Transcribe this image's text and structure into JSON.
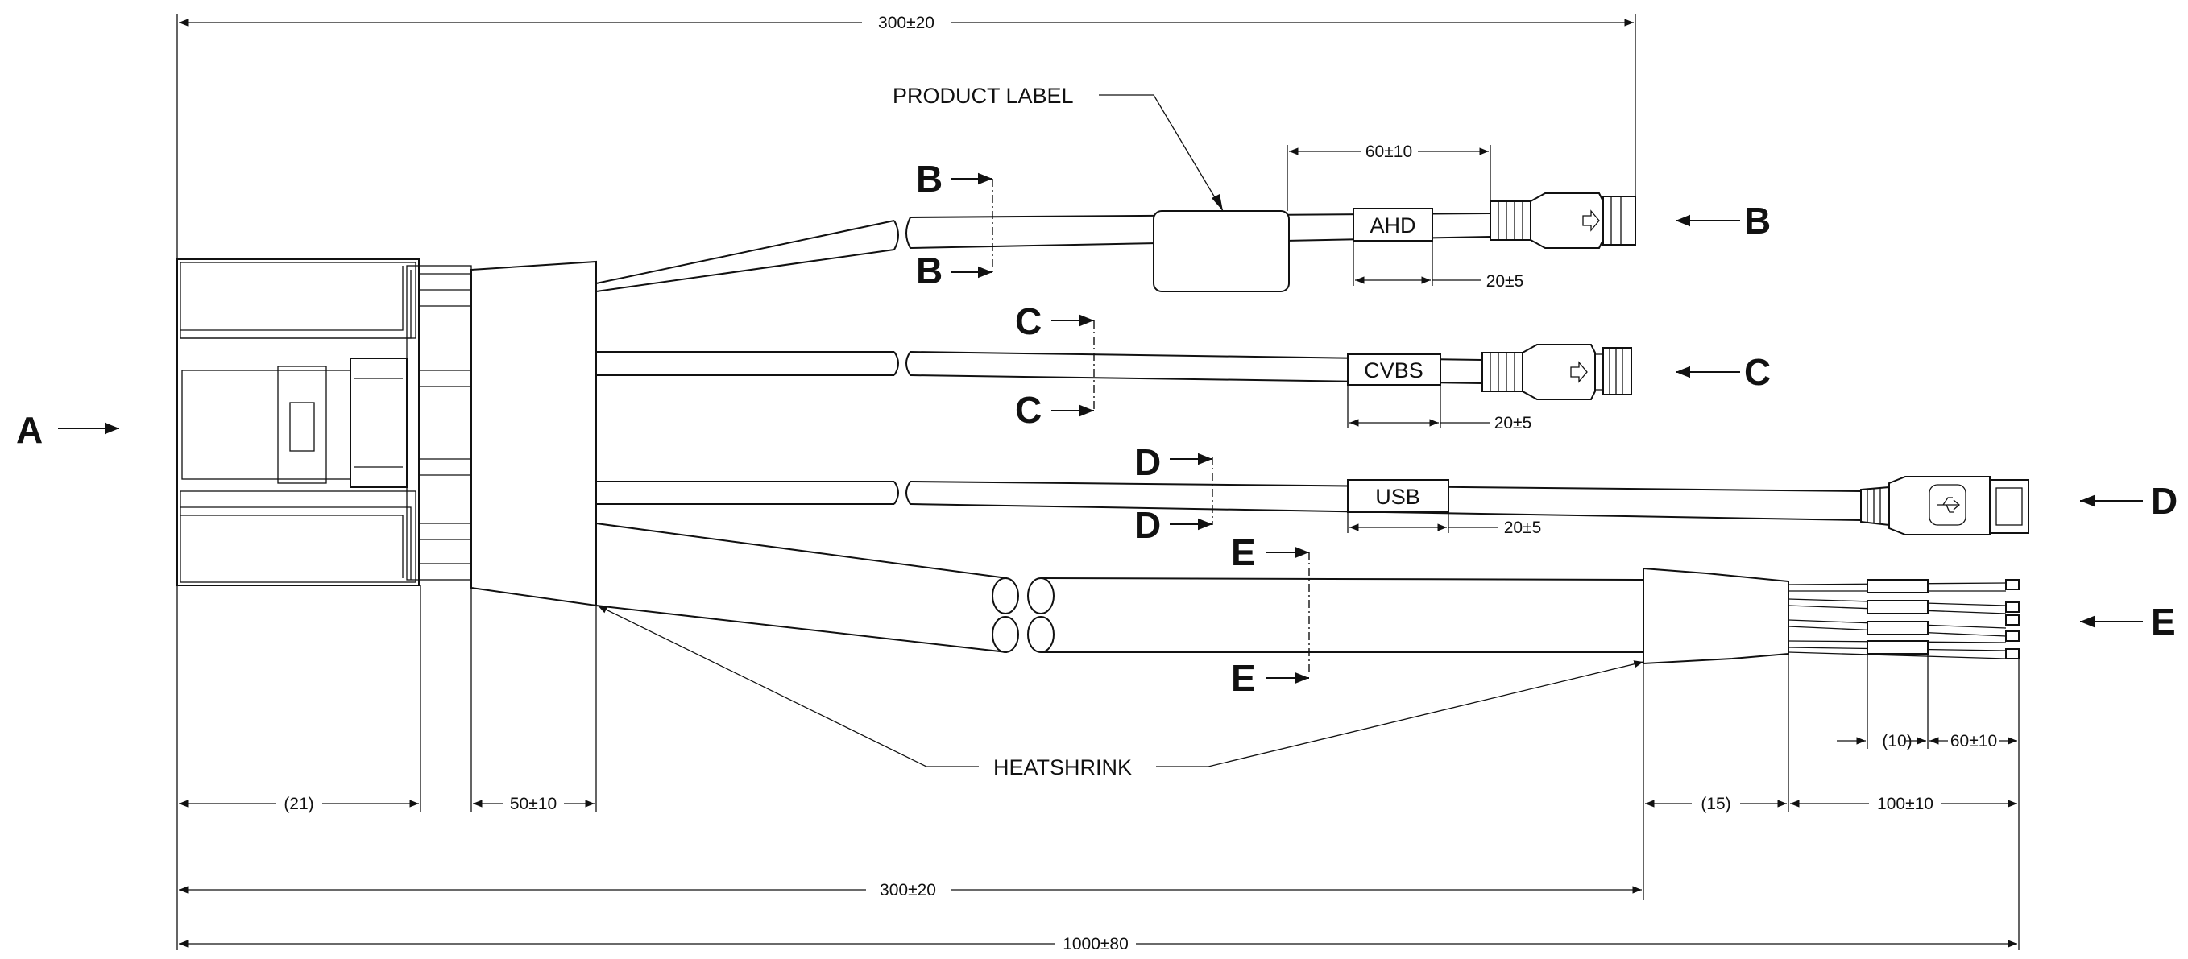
{
  "dimensions": {
    "top_overall": "300±20",
    "ahd_label_offset": "60±10",
    "ahd_label_width": "20±5",
    "cvbs_label_width": "20±5",
    "usb_label_width": "20±5",
    "wire_strip": "(10)",
    "wire_tin": "60±10",
    "connector_ref": "(21)",
    "heatshrink_len": "50±10",
    "end_heatshrink": "(15)",
    "wire_len": "100±10",
    "lower_overall": "300±20",
    "total": "1000±80"
  },
  "callouts": {
    "product_label": "PRODUCT LABEL",
    "heatshrink": "HEATSHRINK"
  },
  "cable_labels": {
    "ahd": "AHD",
    "cvbs": "CVBS",
    "usb": "USB"
  },
  "sections": {
    "a": "A",
    "b": "B",
    "c": "C",
    "d": "D",
    "e": "E"
  }
}
